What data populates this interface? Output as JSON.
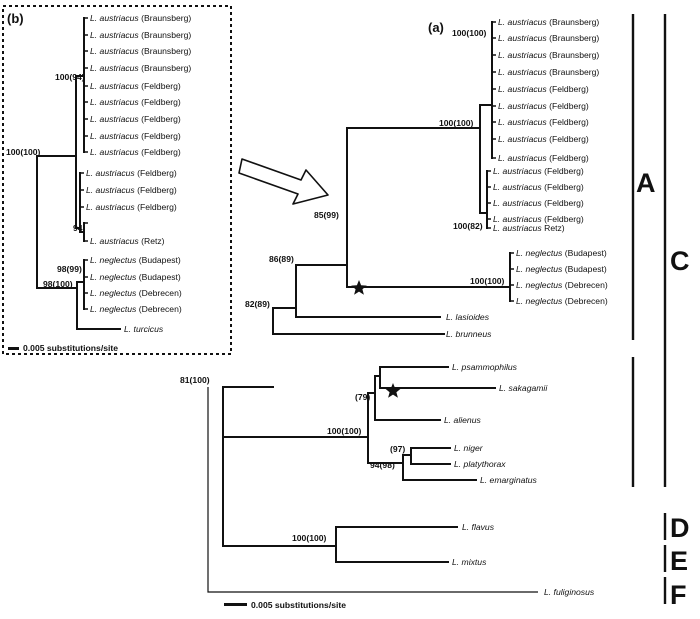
{
  "panel_a_label": "(a)",
  "panel_b_label": "(b)",
  "scale_text": "0.005 substitutions/site",
  "tree_a": {
    "tips": [
      {
        "genus": "L.",
        "species": "austriacus",
        "locality": "(Braunsberg)"
      },
      {
        "genus": "L.",
        "species": "austriacus",
        "locality": "(Braunsberg)"
      },
      {
        "genus": "L.",
        "species": "austriacus",
        "locality": "(Braunsberg)"
      },
      {
        "genus": "L.",
        "species": "austriacus",
        "locality": "(Braunsberg)"
      },
      {
        "genus": "L.",
        "species": "austriacus",
        "locality": "(Feldberg)"
      },
      {
        "genus": "L.",
        "species": "austriacus",
        "locality": "(Feldberg)"
      },
      {
        "genus": "L.",
        "species": "austriacus",
        "locality": "(Feldberg)"
      },
      {
        "genus": "L.",
        "species": "austriacus",
        "locality": "(Feldberg)"
      },
      {
        "genus": "L.",
        "species": "austriacus",
        "locality": "(Feldberg)"
      },
      {
        "genus": "L.",
        "species": "austriacus",
        "locality": "(Feldberg)"
      },
      {
        "genus": "L.",
        "species": "austriacus",
        "locality": "(Feldberg)"
      },
      {
        "genus": "L.",
        "species": "austriacus",
        "locality": "(Feldberg)"
      },
      {
        "genus": "L.",
        "species": "austriacus",
        "locality": "(Feldberg)"
      },
      {
        "genus": "L.",
        "species": "austriacus",
        "locality": "Retz)"
      },
      {
        "genus": "L.",
        "species": "neglectus",
        "locality": "(Budapest)"
      },
      {
        "genus": "L.",
        "species": "neglectus",
        "locality": "(Budapest)"
      },
      {
        "genus": "L.",
        "species": "neglectus",
        "locality": "(Debrecen)"
      },
      {
        "genus": "L.",
        "species": "neglectus",
        "locality": "(Debrecen)"
      },
      {
        "genus": "L.",
        "species": "lasioides",
        "locality": ""
      },
      {
        "genus": "L.",
        "species": "brunneus",
        "locality": ""
      },
      {
        "genus": "L.",
        "species": "psammophilus",
        "locality": ""
      },
      {
        "genus": "L.",
        "species": "sakagamii",
        "locality": ""
      },
      {
        "genus": "L.",
        "species": "alienus",
        "locality": ""
      },
      {
        "genus": "L.",
        "species": "niger",
        "locality": ""
      },
      {
        "genus": "L.",
        "species": "platythorax",
        "locality": ""
      },
      {
        "genus": "L.",
        "species": "emarginatus",
        "locality": ""
      },
      {
        "genus": "L.",
        "species": "flavus",
        "locality": ""
      },
      {
        "genus": "L.",
        "species": "mixtus",
        "locality": ""
      },
      {
        "genus": "L.",
        "species": "fuliginosus",
        "locality": ""
      }
    ],
    "support": [
      "100(100)",
      "100(100)",
      "100(82)",
      "100(100)",
      "85(99)",
      "86(89)",
      "82(89)",
      "81(100)",
      "100(100)",
      "(79)",
      "(97)",
      "94(98)",
      "100(100)"
    ]
  },
  "tree_b": {
    "tips": [
      {
        "genus": "L.",
        "species": "austriacus",
        "locality": "(Braunsberg)"
      },
      {
        "genus": "L.",
        "species": "austriacus",
        "locality": "(Braunsberg)"
      },
      {
        "genus": "L.",
        "species": "austriacus",
        "locality": "(Braunsberg)"
      },
      {
        "genus": "L.",
        "species": "austriacus",
        "locality": "(Braunsberg)"
      },
      {
        "genus": "L.",
        "species": "austriacus",
        "locality": "(Feldberg)"
      },
      {
        "genus": "L.",
        "species": "austriacus",
        "locality": "(Feldberg)"
      },
      {
        "genus": "L.",
        "species": "austriacus",
        "locality": "(Feldberg)"
      },
      {
        "genus": "L.",
        "species": "austriacus",
        "locality": "(Feldberg)"
      },
      {
        "genus": "L.",
        "species": "austriacus",
        "locality": "(Feldberg)"
      },
      {
        "genus": "L.",
        "species": "austriacus",
        "locality": "(Feldberg)"
      },
      {
        "genus": "L.",
        "species": "austriacus",
        "locality": "(Feldberg)"
      },
      {
        "genus": "L.",
        "species": "austriacus",
        "locality": "(Feldberg)"
      },
      {
        "genus": "L.",
        "species": "austriacus",
        "locality": "(Retz)"
      },
      {
        "genus": "L.",
        "species": "neglectus",
        "locality": "(Budapest)"
      },
      {
        "genus": "L.",
        "species": "neglectus",
        "locality": "(Budapest)"
      },
      {
        "genus": "L.",
        "species": "neglectus",
        "locality": "(Debrecen)"
      },
      {
        "genus": "L.",
        "species": "neglectus",
        "locality": "(Debrecen)"
      },
      {
        "genus": "L.",
        "species": "turcicus",
        "locality": ""
      }
    ],
    "support": [
      "100(94)",
      "100(100)",
      "94",
      "98(99)",
      "98(100)"
    ]
  },
  "clades": [
    "A",
    "C",
    "D",
    "E",
    "F"
  ],
  "colors": {
    "ink": "#111111",
    "background": "#ffffff"
  }
}
